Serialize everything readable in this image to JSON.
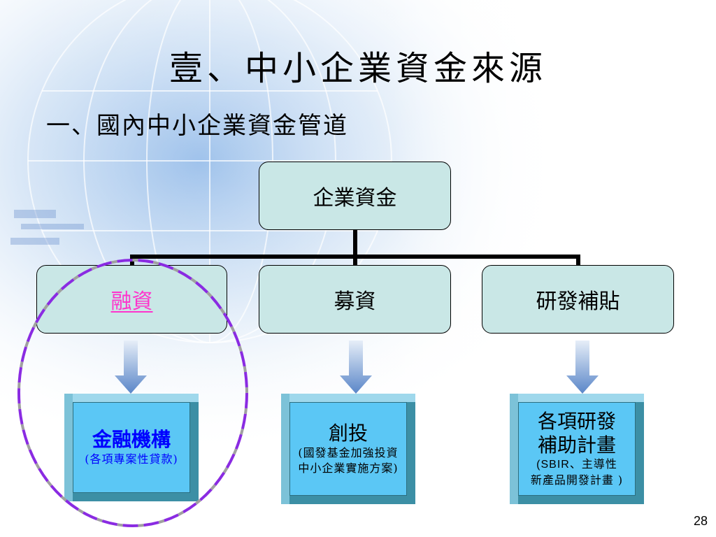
{
  "title": "壹、中小企業資金來源",
  "subtitle": "一、國內中小企業資金管道",
  "diagram": {
    "root": "企業資金",
    "branches": [
      {
        "label": "融資",
        "target_title": "金融機構",
        "target_detail": "(各項專案性貸款)"
      },
      {
        "label": "募資",
        "target_title": "創投",
        "target_detail_1": "(國發基金加強投資",
        "target_detail_2": "中小企業實施方案)"
      },
      {
        "label": "研發補貼",
        "target_title_1": "各項研發",
        "target_title_2": "補助計畫",
        "target_detail_1": "(SBIR、主導性",
        "target_detail_2": "新產品開發計畫 )"
      }
    ]
  },
  "colors": {
    "node_fill": "#c9e7e6",
    "highlight_text": "#ff33cc",
    "target_fill": "#5bc7f5",
    "target_text_emphasis": "#0000ff",
    "ellipse_stroke": "#8a2be2"
  },
  "page_number": "28"
}
